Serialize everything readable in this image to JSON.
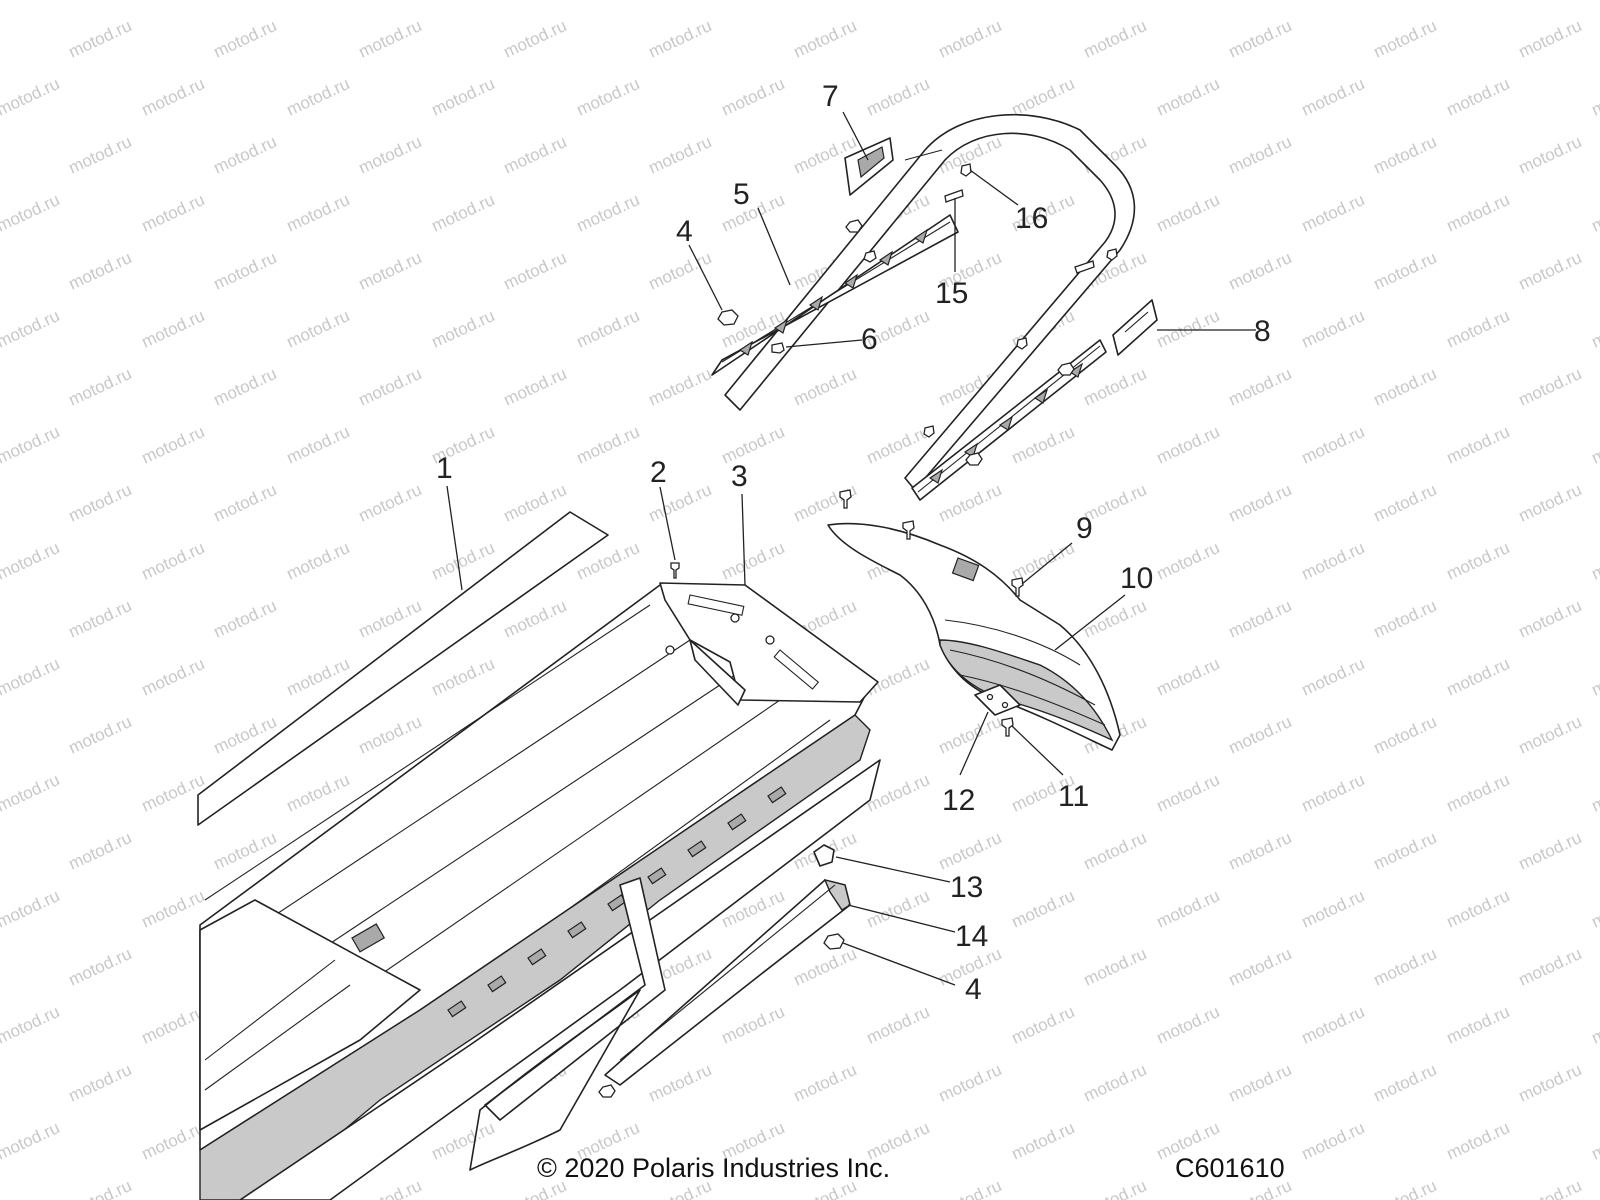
{
  "callouts": [
    {
      "id": "1",
      "label": "1"
    },
    {
      "id": "2",
      "label": "2"
    },
    {
      "id": "3",
      "label": "3"
    },
    {
      "id": "4a",
      "label": "4"
    },
    {
      "id": "5",
      "label": "5"
    },
    {
      "id": "6",
      "label": "6"
    },
    {
      "id": "7",
      "label": "7"
    },
    {
      "id": "8",
      "label": "8"
    },
    {
      "id": "9",
      "label": "9"
    },
    {
      "id": "10",
      "label": "10"
    },
    {
      "id": "11",
      "label": "11"
    },
    {
      "id": "12",
      "label": "12"
    },
    {
      "id": "13",
      "label": "13"
    },
    {
      "id": "14",
      "label": "14"
    },
    {
      "id": "4b",
      "label": "4"
    },
    {
      "id": "15",
      "label": "15"
    },
    {
      "id": "16",
      "label": "16"
    }
  ],
  "footer": {
    "copyright": "© 2020 Polaris Industries Inc.",
    "diagram_code": "C601610"
  },
  "watermark": {
    "text": "motod.ru"
  }
}
